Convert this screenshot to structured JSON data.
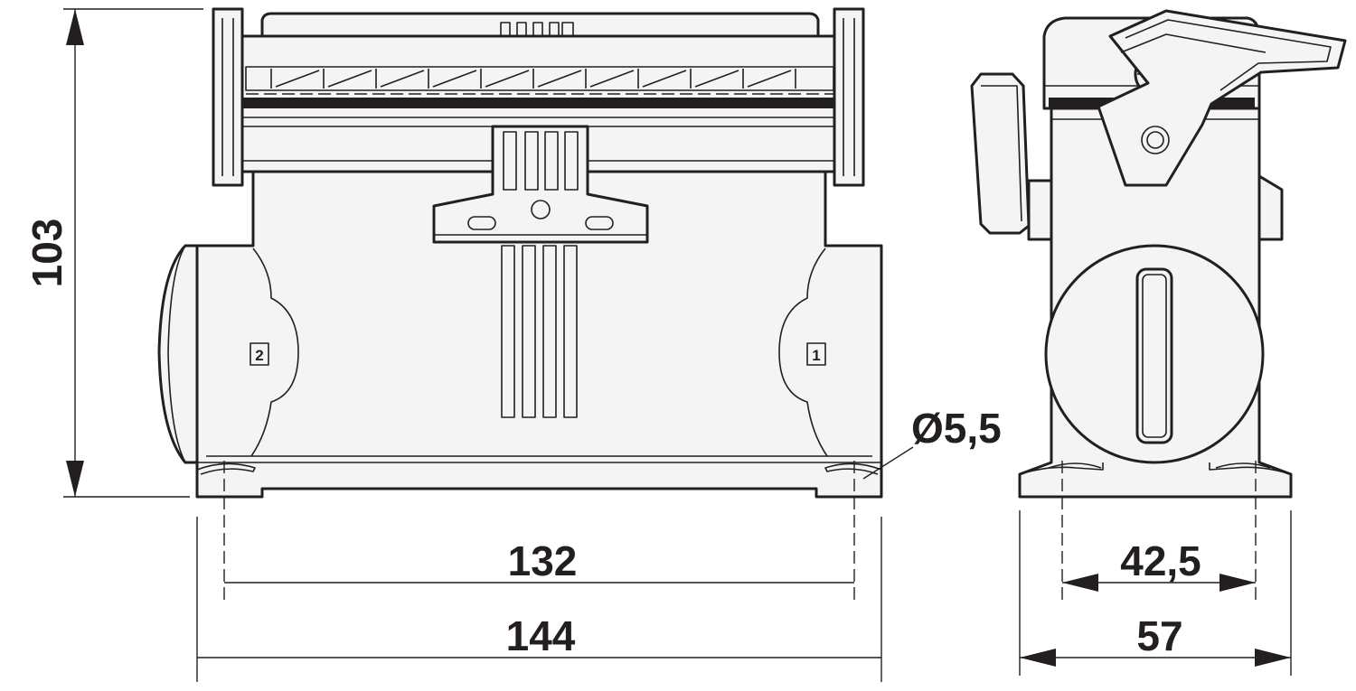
{
  "dimensions": {
    "height": "103",
    "width_holes": "132",
    "width_total": "144",
    "hole_diameter": "Ø5,5",
    "depth_holes": "42,5",
    "depth_total": "57"
  },
  "markers": {
    "left": "2",
    "right": "1"
  }
}
